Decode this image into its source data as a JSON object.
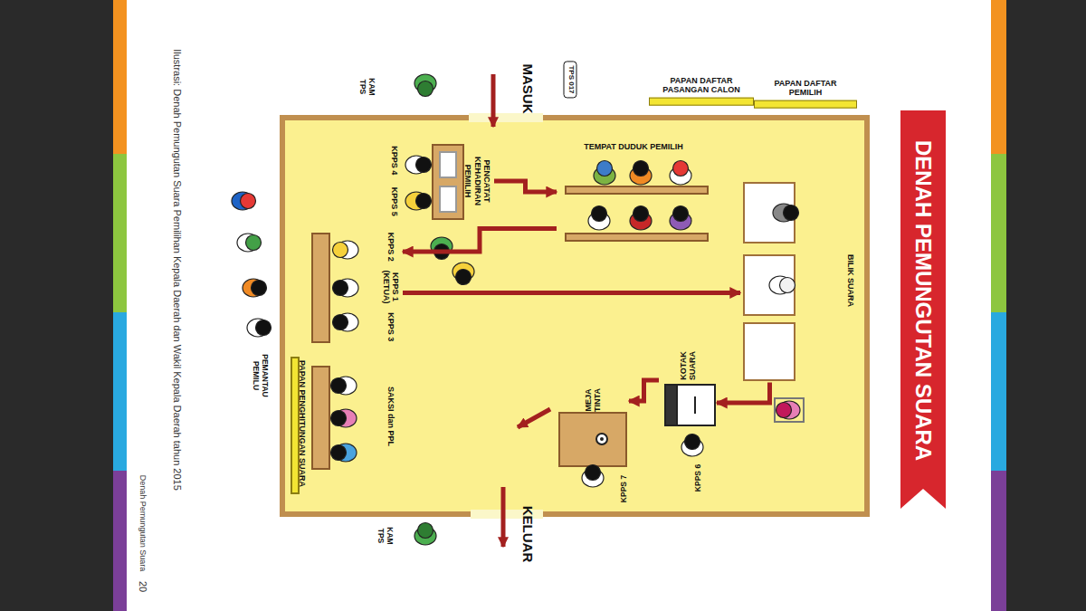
{
  "diagram": {
    "title": "DENAH PEMUNGUTAN SUARA",
    "caption": "Ilustrasi: Denah Pemungutan Suara Pemilihan Kepala Daerah dan Wakil Kepala Daerah tahun 2015",
    "nodes": [
      {
        "text": [
          "TPS 017"
        ]
      },
      {
        "text": [
          "PAPAN DAFTAR PASANGAN CALON"
        ]
      },
      {
        "text": [
          "PAPAN DAFTAR PEMILIH"
        ]
      },
      {
        "text": [
          "PENCATAT KEHADIRAN PEMILIH",
          "KPPS 4",
          "KPPS 5"
        ]
      },
      {
        "text": [
          "TEMPAT DUDUK PEMILIH"
        ]
      },
      {
        "text": [
          "KPPS 2",
          "KPPS 1 (KETUA)",
          "KPPS 3"
        ]
      },
      {
        "text": [
          "BILIK SUARA"
        ]
      },
      {
        "text": [
          "KOTAK SUARA"
        ]
      },
      {
        "text": [
          "MEJA TINTA"
        ]
      },
      {
        "text": [
          "SAKSI dan PPL"
        ]
      },
      {
        "text": [
          "PAPAN PENGHITUNGAN SUARA"
        ]
      }
    ],
    "edges": [
      {
        "from": 3,
        "to": 4,
        "arrow": "to"
      },
      {
        "from": 4,
        "to": 5,
        "arrow": "to"
      },
      {
        "from": 5,
        "to": 6,
        "arrow": "to"
      },
      {
        "from": 6,
        "to": 7,
        "arrow": "to"
      },
      {
        "from": 7,
        "to": 8,
        "arrow": "to"
      }
    ],
    "labels": [
      "MASUK",
      "KELUAR",
      "KAM TPS",
      "KAM TPS",
      "PEMANTAU PEMILU",
      "KPPS 6",
      "KPPS 7",
      "Denah Pemungutan Suara",
      "20"
    ]
  }
}
